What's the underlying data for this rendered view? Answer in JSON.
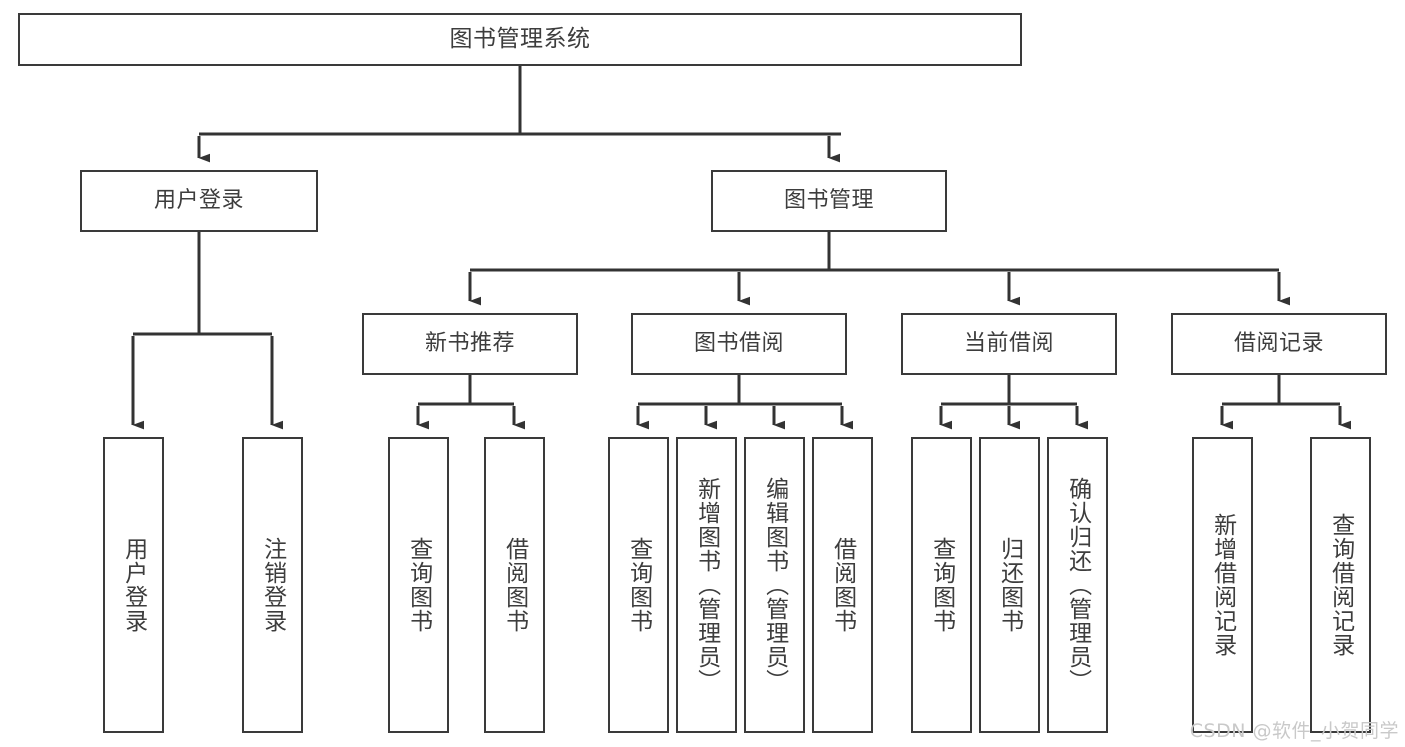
{
  "diagram": {
    "title": "图书管理系统",
    "type": "hierarchy-tree",
    "root": {
      "label": "图书管理系统"
    },
    "level2": [
      {
        "label": "用户登录"
      },
      {
        "label": "图书管理"
      }
    ],
    "level3": [
      {
        "label": "新书推荐"
      },
      {
        "label": "图书借阅"
      },
      {
        "label": "当前借阅"
      },
      {
        "label": "借阅记录"
      }
    ],
    "leaves": {
      "user_login": [
        {
          "label": "用户登录"
        },
        {
          "label": "注销登录"
        }
      ],
      "new_book_recommend": [
        {
          "label": "查询图书"
        },
        {
          "label": "借阅图书"
        }
      ],
      "book_borrow": [
        {
          "label": "查询图书"
        },
        {
          "label": "新增图书（管理员）"
        },
        {
          "label": "编辑图书（管理员）"
        },
        {
          "label": "借阅图书"
        }
      ],
      "current_borrow": [
        {
          "label": "查询图书"
        },
        {
          "label": "归还图书"
        },
        {
          "label": "确认归还（管理员）"
        }
      ],
      "borrow_record": [
        {
          "label": "新增借阅记录"
        },
        {
          "label": "查询借阅记录"
        }
      ]
    }
  },
  "watermark": {
    "text": "CSDN @软件_小贺同学"
  },
  "colors": {
    "border": "#3a3a3a",
    "text": "#3d3d3d",
    "background": "#ffffff",
    "watermark": "#c9c9c9"
  }
}
